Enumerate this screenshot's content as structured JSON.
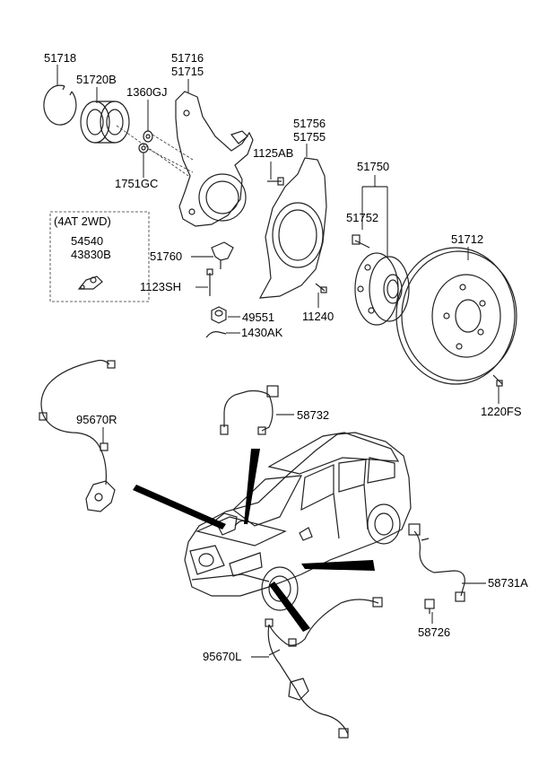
{
  "diagram": {
    "part_numbers": {
      "p51718": "51718",
      "p51720B": "51720B",
      "p51716": "51716",
      "p51715": "51715",
      "p1360GJ": "1360GJ",
      "p51756": "51756",
      "p51755": "51755",
      "p1125AB": "1125AB",
      "p1751GC": "1751GC",
      "p51750": "51750",
      "p51752": "51752",
      "p51712": "51712",
      "p54540": "54540",
      "p43830B": "43830B",
      "p51760": "51760",
      "p1123SH": "1123SH",
      "p49551": "49551",
      "p11240": "11240",
      "p1430AK": "1430AK",
      "p1220FS": "1220FS",
      "p95670R": "95670R",
      "p58732": "58732",
      "p58731A": "58731A",
      "p58726": "58726",
      "p95670L": "95670L"
    },
    "variant_box_label": "(4AT 2WD)"
  }
}
